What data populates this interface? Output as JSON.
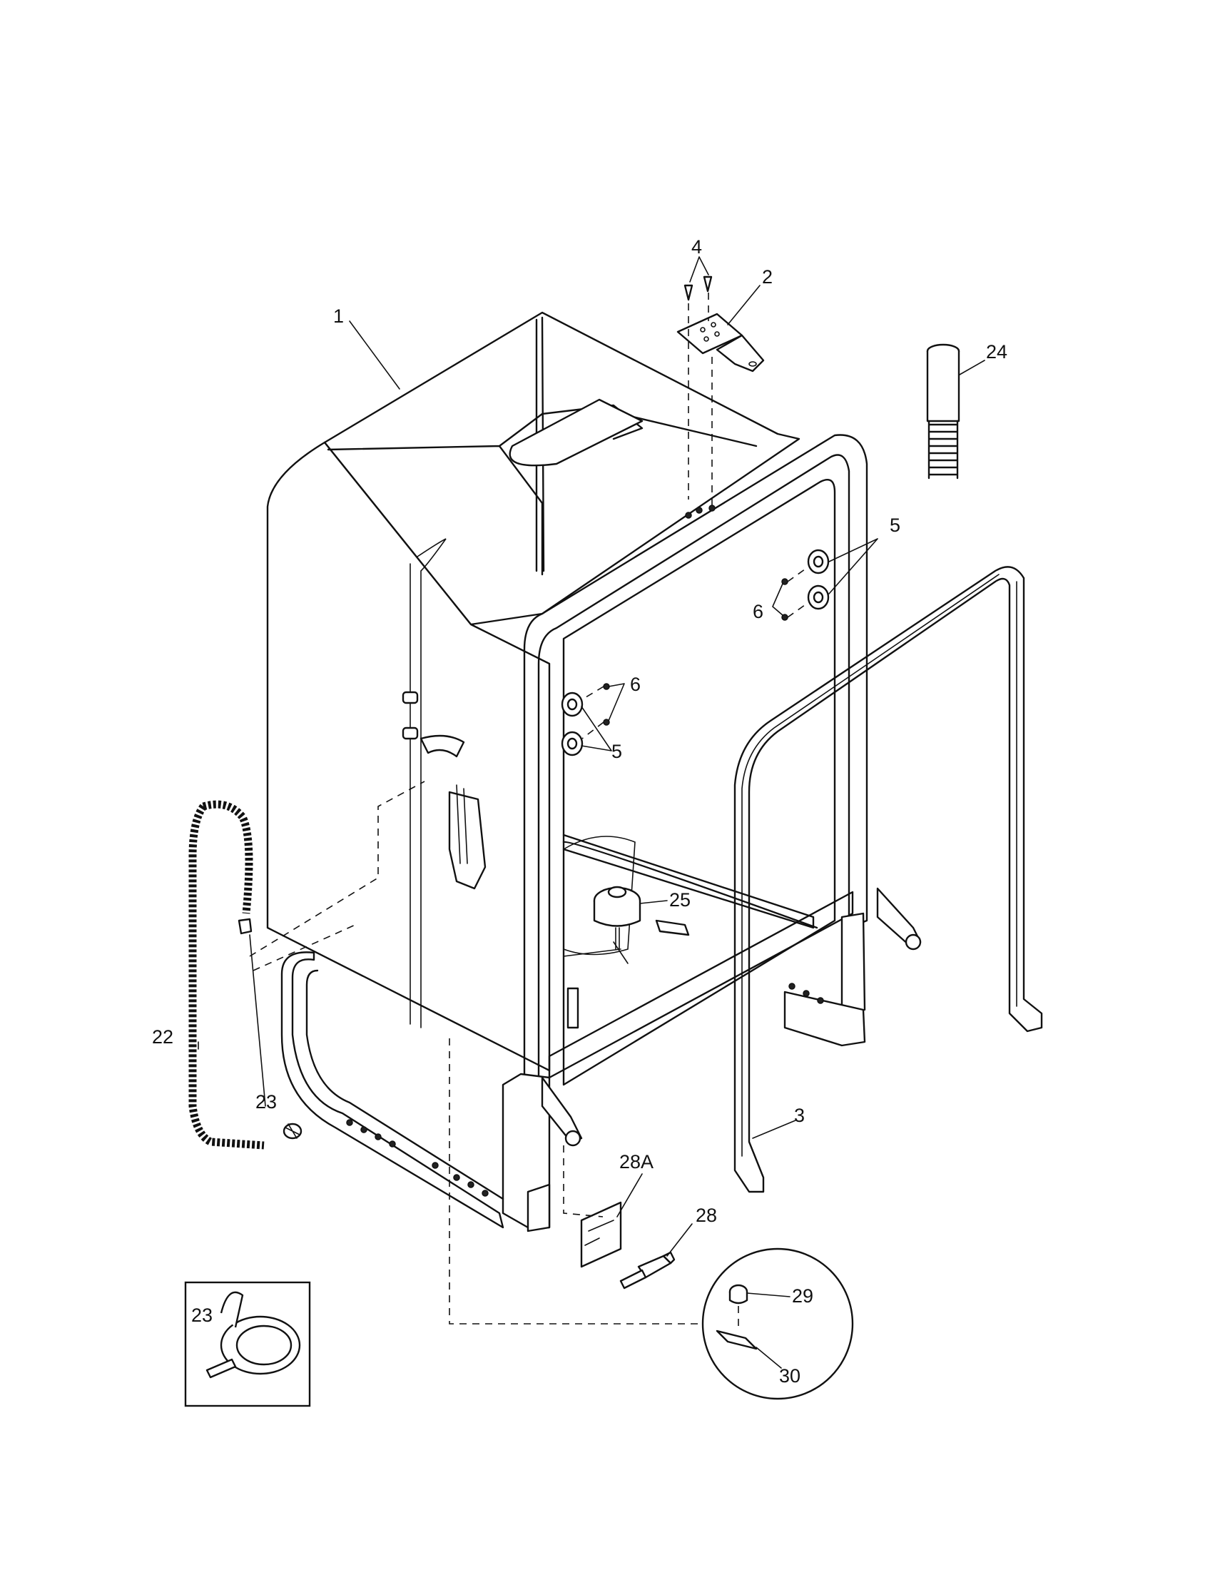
{
  "callouts": {
    "c1": "1",
    "c2": "2",
    "c3": "3",
    "c4": "4",
    "c5a": "5",
    "c5b": "5",
    "c6a": "6",
    "c6b": "6",
    "c22": "22",
    "c23a": "23",
    "c23b": "23",
    "c24": "24",
    "c25": "25",
    "c28": "28",
    "c28a": "28A",
    "c29": "29",
    "c30": "30"
  },
  "icons": {
    "detail_clamp": "hose-clamp-detail-icon",
    "detail_circle": "magnified-detail-icon"
  }
}
